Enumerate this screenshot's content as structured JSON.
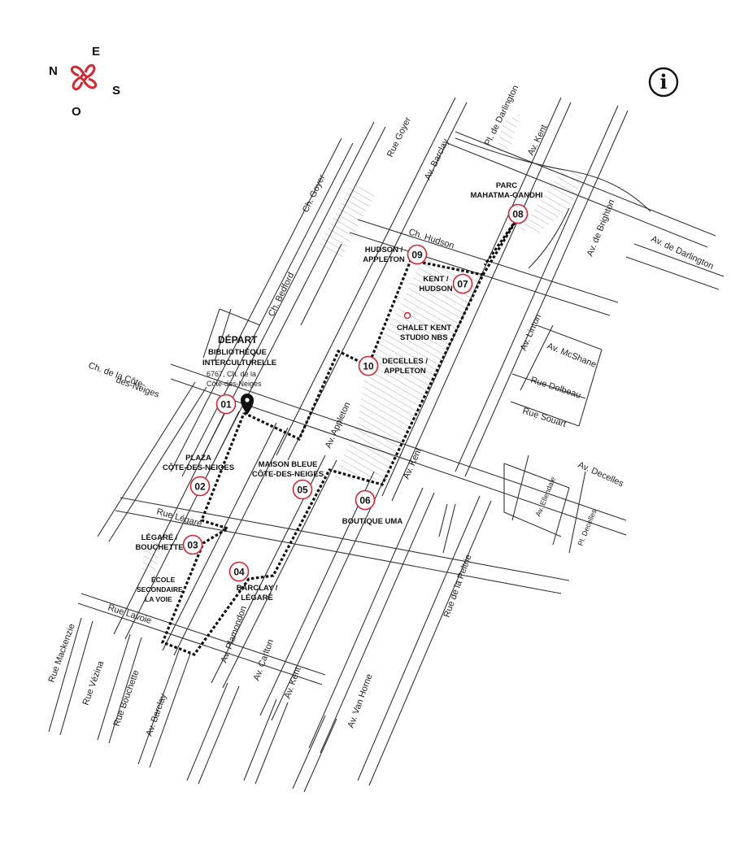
{
  "compass": {
    "north": "N",
    "east": "E",
    "south": "S",
    "west": "O",
    "accent_color": "#d9232e"
  },
  "info_icon": {
    "name": "info-icon",
    "glyph": "i"
  },
  "depart": {
    "title": "DÉPART",
    "place_line1": "BIBLIOTHÈQUE",
    "place_line2": "INTERCULTURELLE",
    "address_line1": "6767, Ch. de la",
    "address_line2": "Côte-des-Neiges"
  },
  "stops": [
    {
      "num": "01",
      "lines": []
    },
    {
      "num": "02",
      "lines": [
        "PLAZA",
        "CÔTE-DES-NEIGES"
      ]
    },
    {
      "num": "03",
      "lines": [
        "LÉGARÉ /",
        "BOUCHETTE"
      ]
    },
    {
      "num": "04",
      "lines": [
        "BARCLAY /",
        "LÉGARÉ"
      ]
    },
    {
      "num": "05",
      "lines": [
        "MAISON BLEUE",
        "CÔTE-DES-NEIGES"
      ]
    },
    {
      "num": "06",
      "lines": [
        "BOUTIQUE UMA"
      ]
    },
    {
      "num": "07",
      "lines": [
        "KENT /",
        "HUDSON"
      ]
    },
    {
      "num": "08",
      "lines": [
        "PARC",
        "MAHATMA-GANDHI"
      ]
    },
    {
      "num": "09",
      "lines": [
        "HUDSON /",
        "APPLETON"
      ]
    },
    {
      "num": "10",
      "lines": [
        "DECELLES /",
        "APPLETON"
      ]
    }
  ],
  "poi": {
    "line1": "CHALET KENT",
    "line2": "STUDIO NBS"
  },
  "school": {
    "line1": "ÉCOLE",
    "line2": "SECONDAIRE",
    "line3": "LA VOIE"
  },
  "streets": {
    "cote_des_neiges_1": "Ch. de la Côte-",
    "cote_des_neiges_2": "des-Neiges",
    "ch_goyer": "Ch. Goyer",
    "rue_goyer": "Rue Goyer",
    "ch_bedford": "Ch. Bedford",
    "av_barclay_n": "Av. Barclay",
    "pl_darlington": "Pl. de Darlington",
    "av_kent_n": "Av. Kent",
    "ch_hudson": "Ch. Hudson",
    "av_brighton": "Av. de Brighton",
    "av_darlington": "Av. de Darlington",
    "av_linton": "Av. Linton",
    "av_mcshane": "Av. McShane",
    "rue_dolbeau": "Rue Dolbeau",
    "rue_souart": "Rue Souart",
    "av_decelles": "Av. Decelles",
    "av_ellendale": "Av. Ellendale",
    "pl_decelles": "Pl. Decelles",
    "av_appleton": "Av. Appleton",
    "av_kent_mid": "Av. Kent",
    "rue_legare": "Rue Légaré",
    "rue_lavoie": "Rue Lavoie",
    "rue_peltrie": "Rue de la Peltrie",
    "rue_mackenzie": "Rue Mackenzie",
    "rue_vezina": "Rue Vézina",
    "rue_bouchette": "Rue Bouchette",
    "av_barclay_s": "Av. Barclay",
    "av_plamondon": "Av. Plamondon",
    "av_carlton": "Av. Carlton",
    "av_kent_s": "Av. Kent",
    "av_van_horne": "Av. Van Horne"
  }
}
